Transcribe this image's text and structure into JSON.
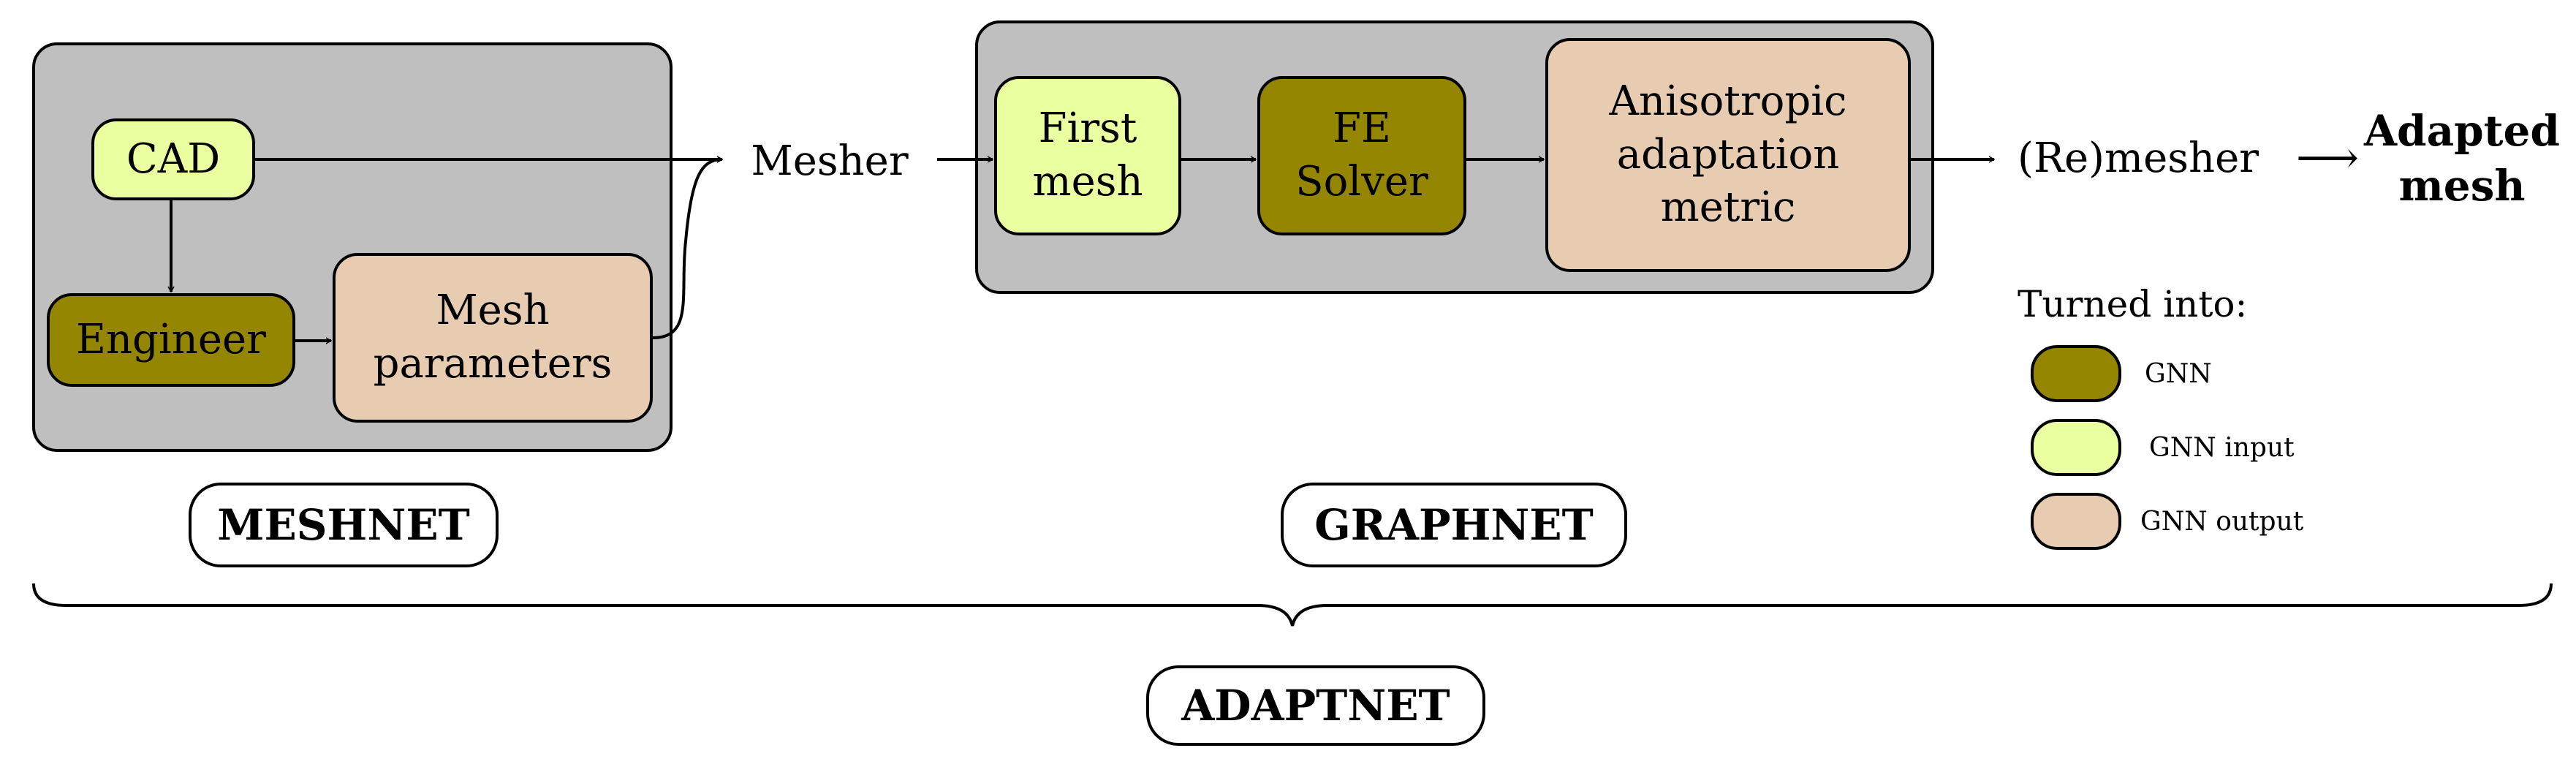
{
  "colors": {
    "gnn": "#948600",
    "gnn_input": "#eaff9f",
    "gnn_output": "#e8ccb1",
    "group_fill": "#bfbfbf"
  },
  "meshnet": {
    "cad": "CAD",
    "engineer": "Engineer",
    "mesh_parameters": "Mesh\nparameters",
    "tag": "MESHNET"
  },
  "mesher": "Mesher",
  "graphnet": {
    "first_mesh": "First\nmesh",
    "fe_solver": "FE\nSolver",
    "metric": "Anisotropic\nadaptation\nmetric",
    "tag": "GRAPHNET"
  },
  "remesher": "(Re)mesher",
  "adapted_mesh": "Adapted\nmesh",
  "legend": {
    "title": "Turned into:",
    "items": [
      "GNN",
      "GNN input",
      "GNN output"
    ]
  },
  "adaptnet_tag": "ADAPTNET"
}
